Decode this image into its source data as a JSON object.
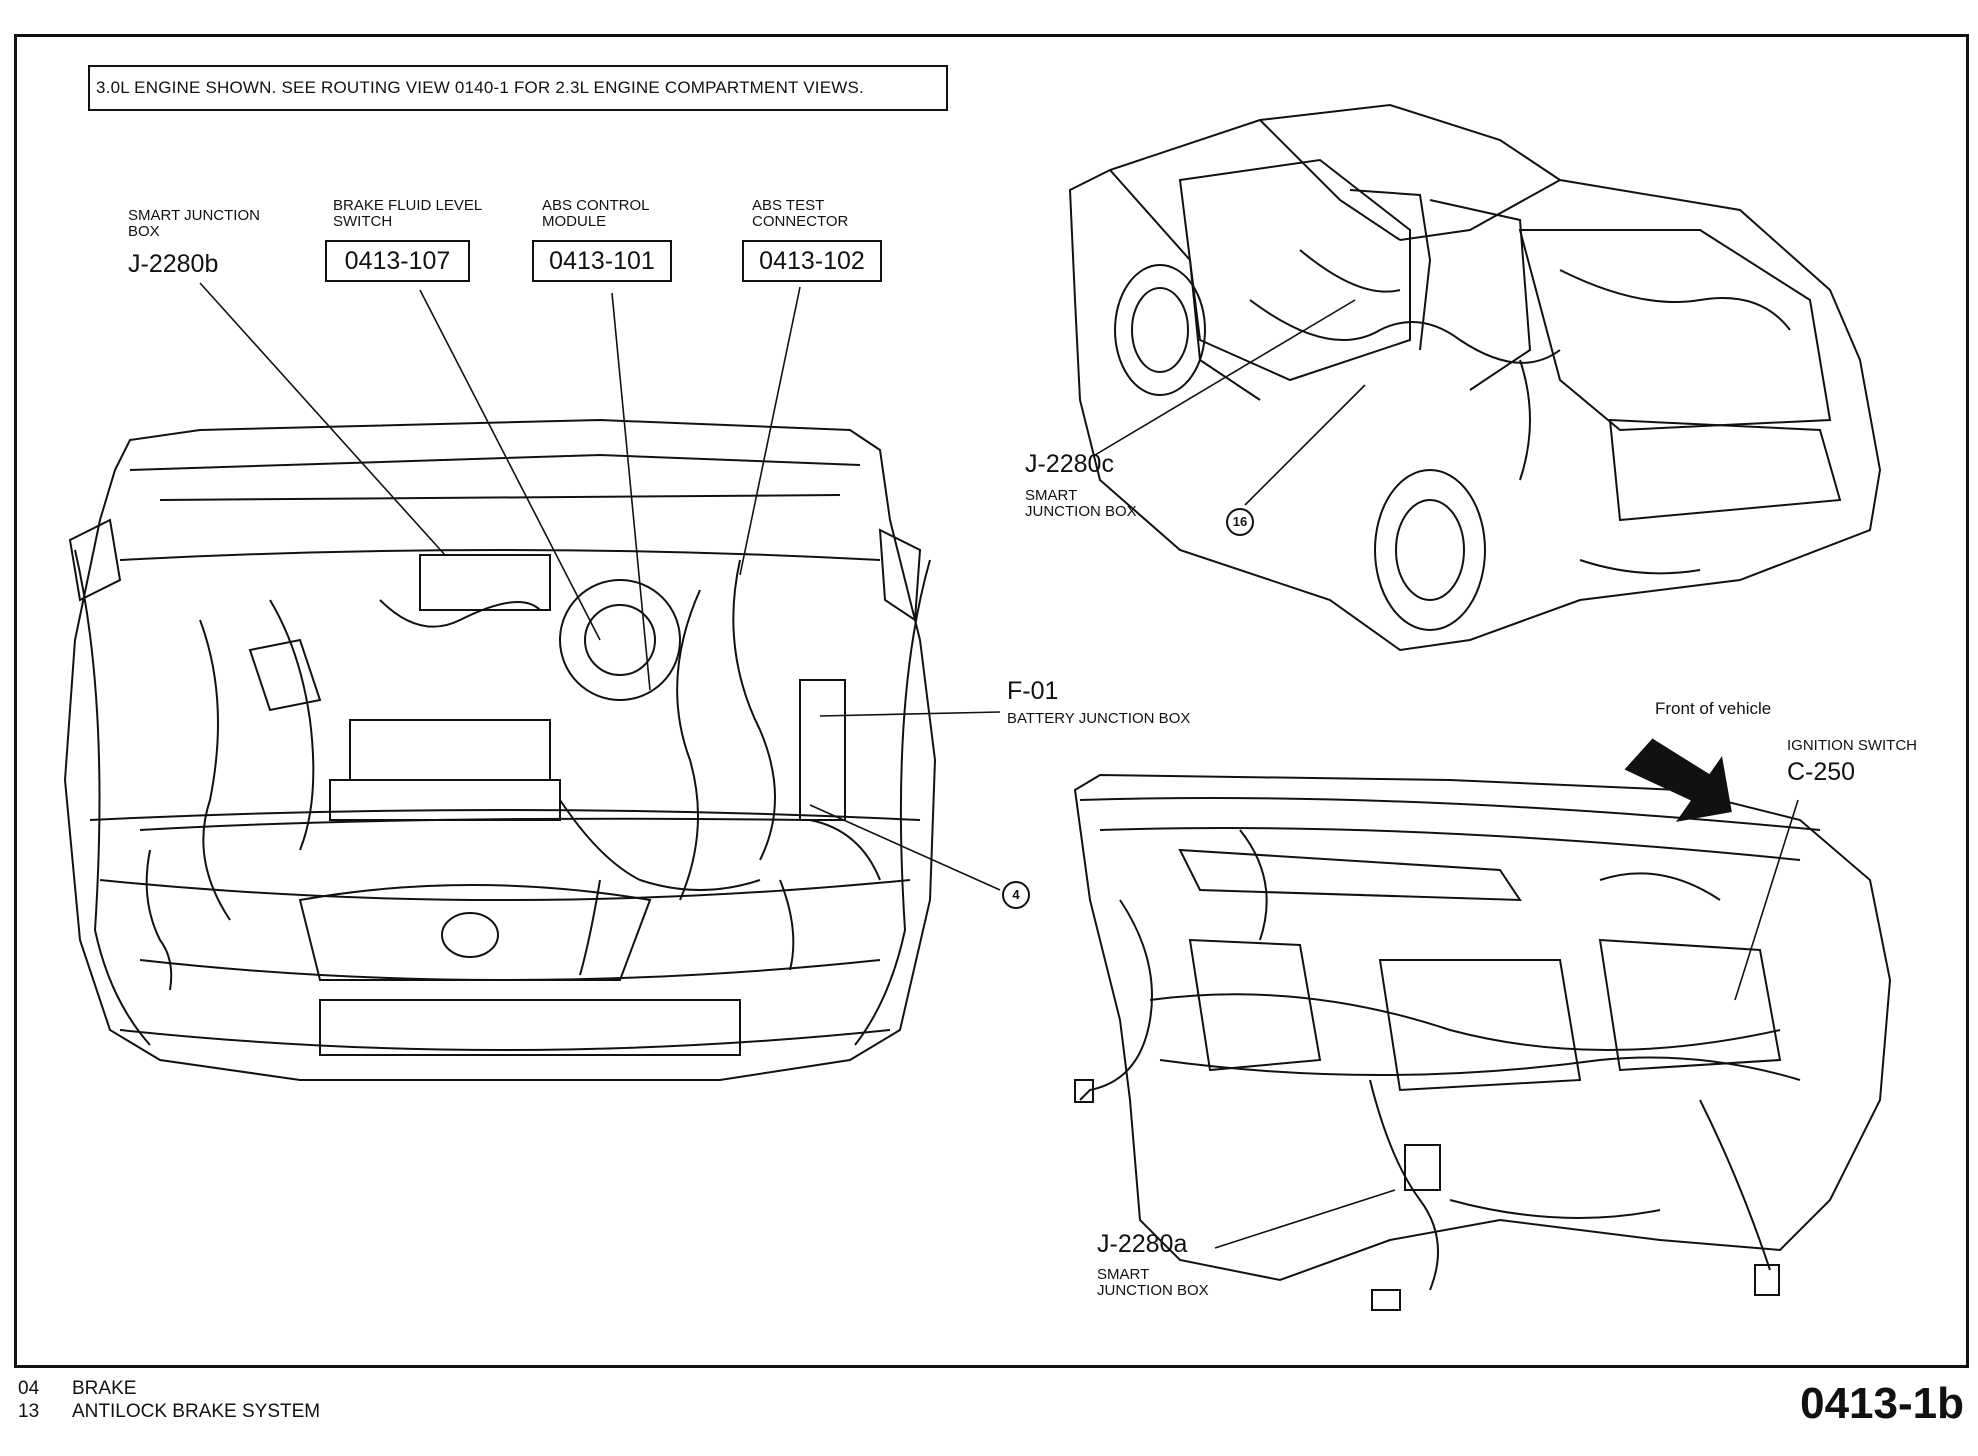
{
  "header_note": "3.0L ENGINE SHOWN. SEE ROUTING VIEW 0140-1 FOR 2.3L ENGINE COMPARTMENT VIEWS.",
  "callouts": {
    "smart_jb_b": {
      "label": "SMART JUNCTION BOX",
      "code": "J-2280b"
    },
    "brake_fluid": {
      "label": "BRAKE FLUID LEVEL SWITCH",
      "code": "0413-107"
    },
    "abs_module": {
      "label": "ABS CONTROL MODULE",
      "code": "0413-101"
    },
    "abs_test": {
      "label": "ABS TEST CONNECTOR",
      "code": "0413-102"
    },
    "smart_jb_c": {
      "label": "SMART JUNCTION BOX",
      "code": "J-2280c"
    },
    "battery_jb": {
      "label": "BATTERY JUNCTION BOX",
      "code": "F-01"
    },
    "ignition": {
      "label": "IGNITION SWITCH",
      "code": "C-250"
    },
    "smart_jb_a": {
      "label": "SMART JUNCTION BOX",
      "code": "J-2280a"
    },
    "front_of_vehicle": "Front of vehicle",
    "ref_16": "16",
    "ref_4": "4"
  },
  "footer": {
    "line1_num": "04",
    "line1_text": "BRAKE",
    "line2_num": "13",
    "line2_text": "ANTILOCK BRAKE SYSTEM",
    "page": "0413-1b"
  },
  "colors": {
    "ink": "#111111",
    "paper": "#ffffff"
  }
}
